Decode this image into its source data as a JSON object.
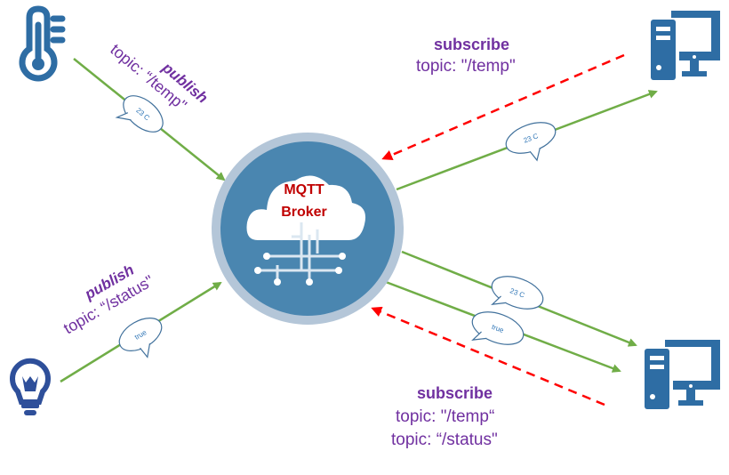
{
  "broker": {
    "line1": "MQTT",
    "line2": "Broker"
  },
  "publishers": [
    {
      "device": "thermometer",
      "action": "publish",
      "topic": "topic: “/temp\"",
      "message": "23 C"
    },
    {
      "device": "light-bulb",
      "action": "publish",
      "topic": "topic: “/status\"",
      "message": "true"
    }
  ],
  "subscribers": [
    {
      "device": "computer",
      "action": "subscribe",
      "topics": [
        "topic: \"/temp\""
      ],
      "messages": [
        "23 C"
      ]
    },
    {
      "device": "computer",
      "action": "subscribe",
      "topics": [
        "topic: \"/temp“",
        "topic: “/status\""
      ],
      "messages": [
        "23 C",
        "true"
      ]
    }
  ],
  "colors": {
    "icon": "#2e6da4",
    "broker": "#4a86b0",
    "broker_ring": "#b4c6d8",
    "publish_arrow": "#70ad47",
    "subscribe_arrow": "#ff0000",
    "label": "#7030a0",
    "broker_text": "#c00000",
    "message_text": "#2e75b6"
  }
}
